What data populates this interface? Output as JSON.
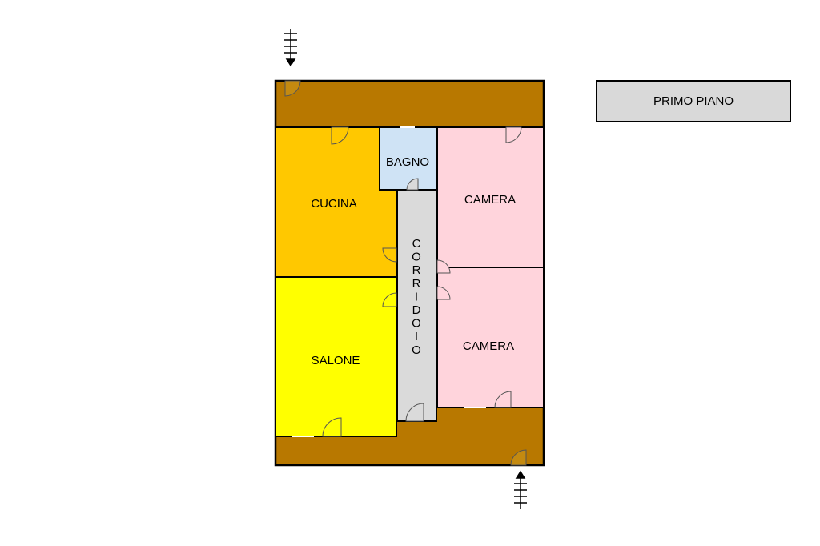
{
  "floor_label": "PRIMO PIANO",
  "rooms": {
    "cucina": "CUCINA",
    "bagno": "BAGNO",
    "camera_top": "CAMERA",
    "camera_bottom": "CAMERA",
    "salone": "SALONE",
    "corridoio": "CORRIDOIO"
  },
  "colors": {
    "balcony": "#b87800",
    "cucina": "#ffc800",
    "bagno": "#cfe3f5",
    "camera": "#ffd4dc",
    "salone": "#ffff00",
    "corridoio": "#dadada",
    "title_bg": "#d9d9d9"
  }
}
